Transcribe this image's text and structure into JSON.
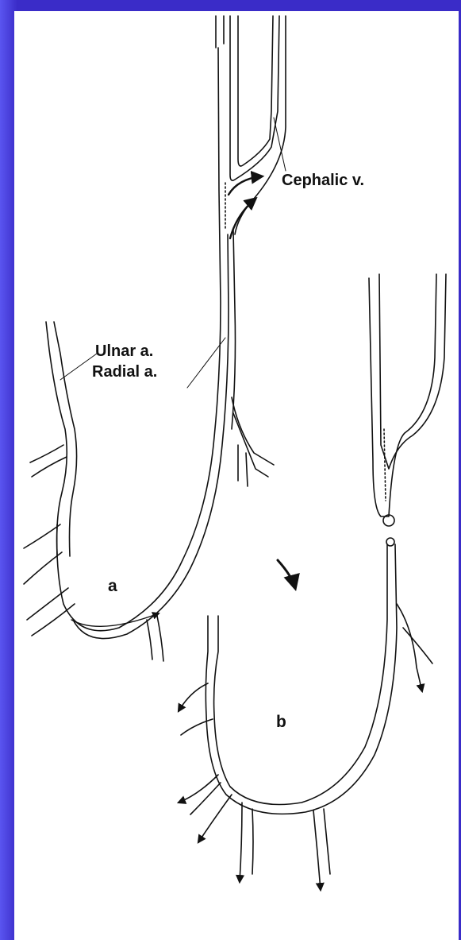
{
  "labels": {
    "cephalic": "Cephalic v.",
    "ulnar": "Ulnar a.",
    "radial": "Radial a.",
    "panel_a": "a",
    "panel_b": "b"
  },
  "colors": {
    "background": "#3a2cc8",
    "panel": "#ffffff",
    "ink": "#111111"
  }
}
